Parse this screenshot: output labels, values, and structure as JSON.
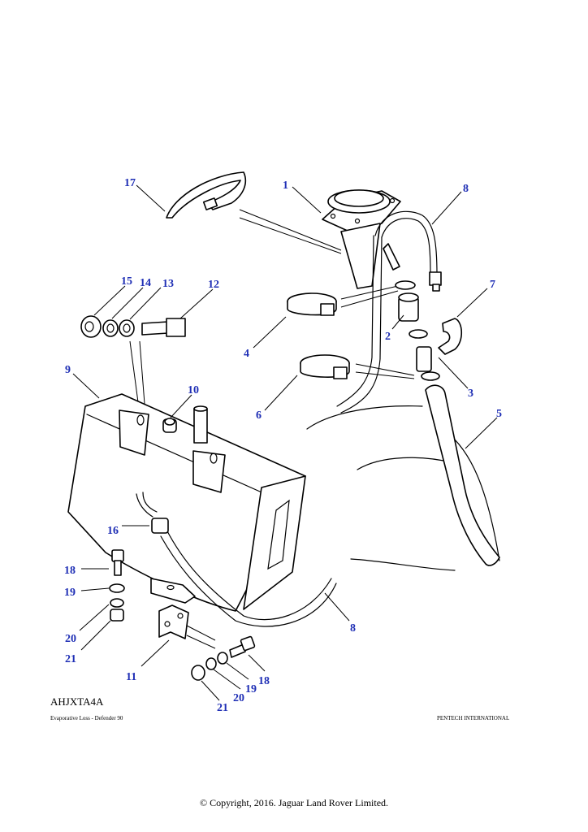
{
  "diagram": {
    "reference_code": "AHJXTA4A",
    "footer_left": "Evaporative Loss - Defender 90",
    "footer_right": "PENTECH INTERNATIONAL",
    "copyright": "© Copyright, 2016. Jaguar Land Rover Limited.",
    "callouts": {
      "c1": "1",
      "c2": "2",
      "c3": "3",
      "c4": "4",
      "c5": "5",
      "c6": "6",
      "c7": "7",
      "c8a": "8",
      "c8b": "8",
      "c9": "9",
      "c10": "10",
      "c11": "11",
      "c12": "12",
      "c13": "13",
      "c14": "14",
      "c15": "15",
      "c16": "16",
      "c17": "17",
      "c18a": "18",
      "c18b": "18",
      "c19a": "19",
      "c19b": "19",
      "c20a": "20",
      "c20b": "20",
      "c21a": "21",
      "c21b": "21"
    }
  }
}
